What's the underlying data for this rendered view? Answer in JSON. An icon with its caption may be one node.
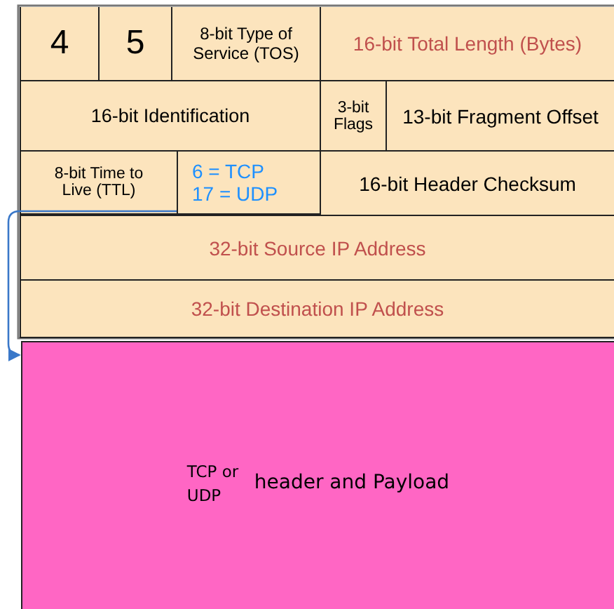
{
  "diagram": {
    "nodes": [
      {
        "text": [
          "4"
        ]
      },
      {
        "text": [
          "5"
        ]
      },
      {
        "text": [
          "8-bit Type of Service (TOS)"
        ]
      },
      {
        "text": [
          "16-bit Total Length (Bytes)"
        ]
      },
      {
        "text": [
          "16-bit Identification"
        ]
      },
      {
        "text": [
          "3-bit Flags"
        ]
      },
      {
        "text": [
          "13-bit Fragment Offset"
        ]
      },
      {
        "text": [
          "8-bit Time to Live (TTL)"
        ]
      },
      {
        "text": [
          "6 = TCP",
          "17 = UDP"
        ]
      },
      {
        "text": [
          "16-bit Header Checksum"
        ]
      },
      {
        "text": [
          "32-bit Source IP Address"
        ]
      },
      {
        "text": [
          "32-bit Destination IP Address"
        ]
      },
      {
        "text": [
          "TCP or UDP",
          "header and Payload"
        ]
      }
    ],
    "edges": [
      {
        "from": 8,
        "to": 12,
        "arrow": "to"
      }
    ]
  }
}
